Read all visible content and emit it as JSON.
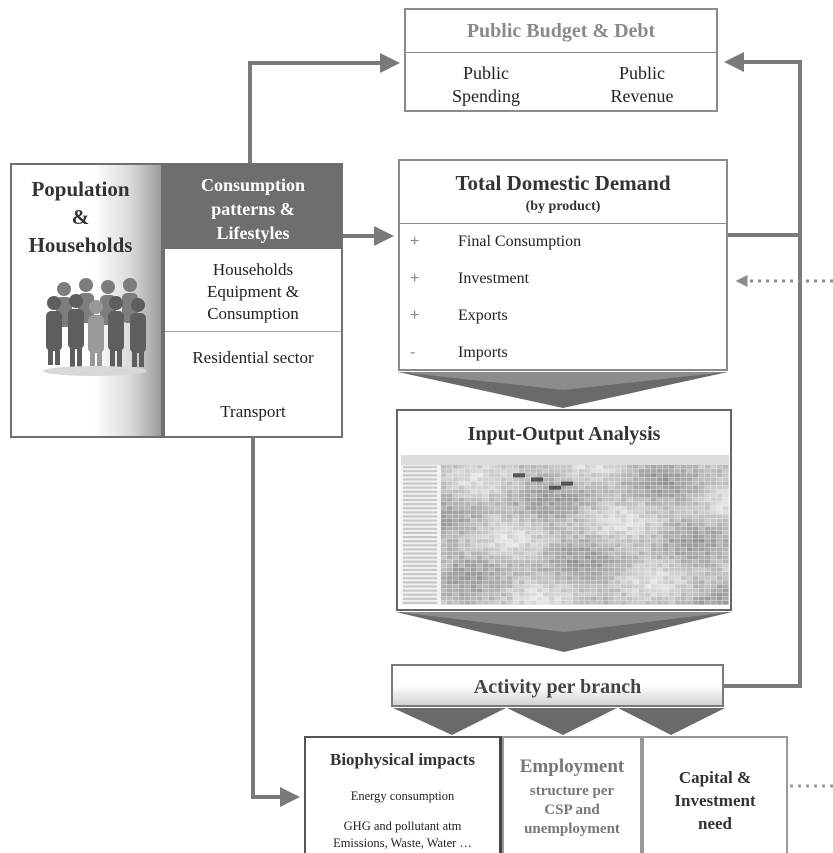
{
  "budget": {
    "title": "Public Budget & Debt",
    "spending": [
      "Public",
      "Spending"
    ],
    "revenue": [
      "Public",
      "Revenue"
    ]
  },
  "population": {
    "title": [
      "Population",
      "&",
      "Households"
    ],
    "icon": "people-group-icon"
  },
  "consumption": {
    "title": [
      "Consumption",
      "patterns &",
      "Lifestyles"
    ],
    "items": [
      [
        "Households",
        "Equipment &",
        "Consumption"
      ],
      [
        "Residential sector"
      ],
      [
        "Transport"
      ]
    ]
  },
  "demand": {
    "title": "Total Domestic Demand",
    "subtitle": "(by product)",
    "rows": [
      {
        "sign": "+",
        "label": "Final Consumption"
      },
      {
        "sign": "+",
        "label": "Investment"
      },
      {
        "sign": "+",
        "label": "Exports"
      },
      {
        "sign": "-",
        "label": "Imports"
      }
    ]
  },
  "io": {
    "title": "Input-Output Analysis",
    "matrix_icon": "spreadsheet-matrix-icon"
  },
  "activity": {
    "title": "Activity per branch"
  },
  "biophysical": {
    "title": "Biophysical impacts",
    "lines": [
      "Energy consumption",
      "GHG and pollutant atm",
      "Emissions, Waste, Water …"
    ]
  },
  "employment": {
    "title": "Employment",
    "desc": [
      "structure per",
      "CSP and",
      "unemployment"
    ]
  },
  "capital": {
    "title": [
      "Capital &",
      "Investment",
      "need"
    ]
  },
  "colors": {
    "arrow": "#7a7a7a",
    "header_fill": "#6e6e6e",
    "matrix_dark": "#555555"
  }
}
